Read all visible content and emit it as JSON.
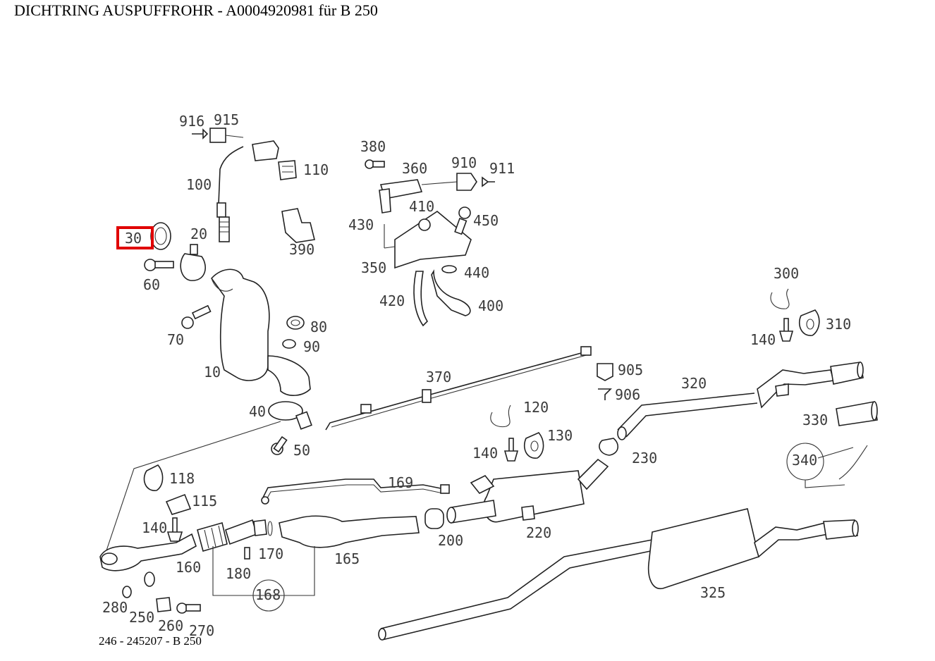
{
  "page": {
    "title": "DICHTRING AUSPUFFROHR - A0004920981 für B 250",
    "footer": "246 - 245207 - B 250"
  },
  "highlight": {
    "part": "30",
    "color": "#e00000"
  },
  "labels": {
    "p916": "916",
    "p915": "915",
    "p110": "110",
    "p100": "100",
    "p390": "390",
    "p30": "30",
    "p20": "20",
    "p60": "60",
    "p70": "70",
    "p10": "10",
    "p80": "80",
    "p90": "90",
    "p40": "40",
    "p50": "50",
    "p380": "380",
    "p360": "360",
    "p910": "910",
    "p911": "911",
    "p410": "410",
    "p450": "450",
    "p430": "430",
    "p350": "350",
    "p440": "440",
    "p420": "420",
    "p400": "400",
    "p300": "300",
    "p310": "310",
    "p140a": "140",
    "p905": "905",
    "p906": "906",
    "p370": "370",
    "p320": "320",
    "p330": "330",
    "p340": "340",
    "p120": "120",
    "p130": "130",
    "p140b": "140",
    "p230": "230",
    "p118": "118",
    "p115": "115",
    "p140c": "140",
    "p169": "169",
    "p220": "220",
    "p200": "200",
    "p160": "160",
    "p170": "170",
    "p180": "180",
    "p165": "165",
    "p168": "168",
    "p280": "280",
    "p250": "250",
    "p260": "260",
    "p270": "270",
    "p325": "325"
  }
}
